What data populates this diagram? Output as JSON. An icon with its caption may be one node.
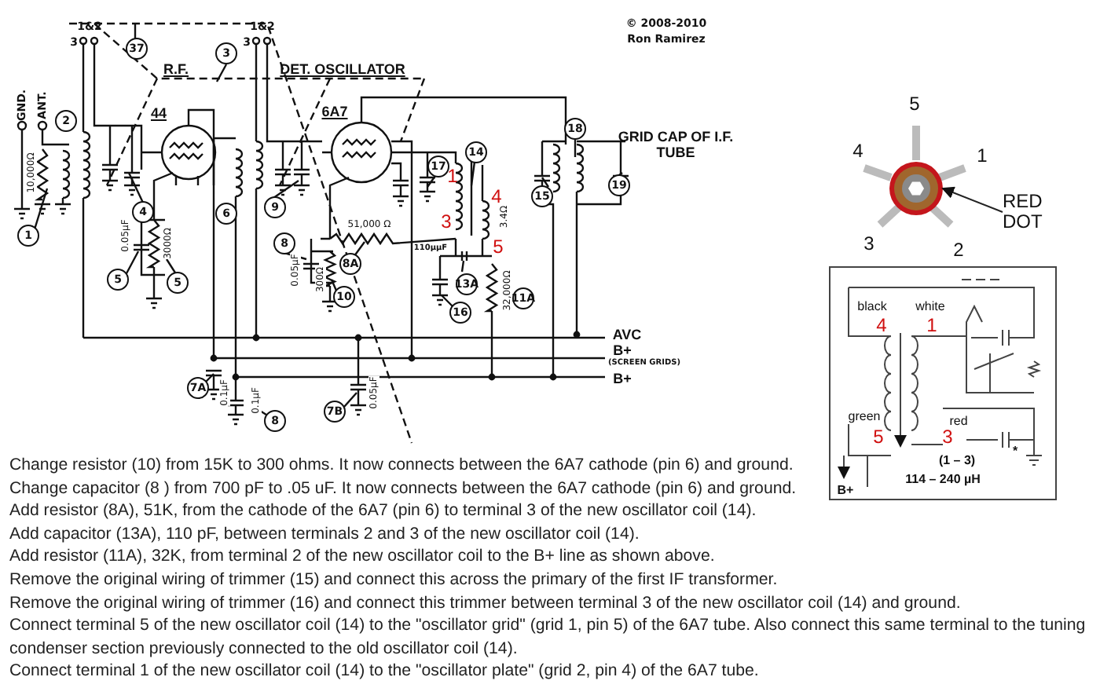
{
  "diagram": {
    "nodes": [
      {
        "text": [
          "RED DOT"
        ]
      },
      {
        "text": [],
        "shape": "picture",
        "beside": [
          "5",
          "4",
          "1",
          "3",
          "2"
        ]
      }
    ],
    "edges": [
      {
        "from": 0,
        "to": 1,
        "arrow": "to"
      }
    ],
    "labels": [
      "© 2008-2010 Ron Ramirez",
      "3",
      "1&2",
      "37",
      "3",
      "1&2",
      "R.F.",
      "3",
      "DET. OSCILLATOR",
      "GND.",
      "ANT.",
      "2",
      "10,000Ω",
      "1",
      "44",
      "4",
      "6",
      "0.05µF",
      "5",
      "3000Ω",
      "5",
      "6A7",
      "9",
      "51,000 Ω",
      "8",
      "8A",
      "0.05µF",
      "300Ω",
      "10",
      "17",
      "14",
      "1",
      "4",
      "3",
      "3.4Ω",
      "5",
      "110µµF",
      "13A",
      "16",
      "32,000Ω",
      "11A",
      "18",
      "GRID CAP OF I.F. TUBE",
      "15",
      "19",
      "AVC",
      "B+",
      "(SCREEN GRIDS)",
      "B+",
      "7A",
      "0.1µF",
      "8",
      "0.1µF",
      "7B",
      "0.05µF",
      "black",
      "4",
      "white",
      "1",
      "green",
      "5",
      "red",
      "3",
      "(1 – 3)",
      "114 – 240 µH",
      "B+",
      "*",
      "Change resistor (10) from 15K to 300 ohms. It now connects between the 6A7 cathode (pin 6) and ground.",
      "Change capacitor (8 ) from 700 pF to .05 uF. It now connects between the 6A7 cathode (pin 6) and ground.",
      "Add resistor (8A), 51K, from the cathode of the 6A7 (pin 6) to terminal 3 of the new oscillator coil (14).",
      "Add capacitor (13A), 110 pF, between terminals 2 and 3 of the new oscillator coil (14).",
      "Add resistor (11A), 32K, from terminal 2 of the new oscillator coil to the B+ line as shown above.",
      "Remove the original wiring of trimmer (15) and connect this across the primary of the first IF transformer.",
      "Remove the original wiring of trimmer (16) and connect this trimmer between terminal 3 of the new oscillator coil (14) and ground.",
      "Connect terminal 5 of the new oscillator coil (14) to the \"oscillator grid\" (grid 1, pin 5) of the 6A7 tube. Also connect this same terminal to the tuning condenser section previously connected to the old oscillator coil (14).",
      "Connect terminal 1 of the new oscillator coil (14) to the \"oscillator plate\" (grid 2, pin 4) of the 6A7 tube."
    ]
  }
}
